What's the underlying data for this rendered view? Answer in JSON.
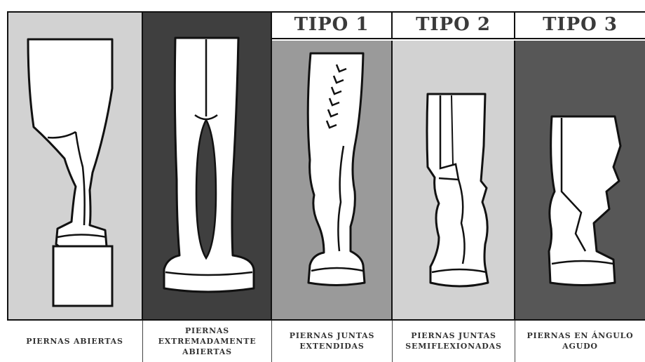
{
  "columns": [
    {
      "header": "",
      "caption": "PIERNAS ABIERTAS",
      "panel_color": "#d2d2d2"
    },
    {
      "header": "",
      "caption": "PIERNAS EXTREMADAMENTE ABIERTAS",
      "panel_color": "#3f3f3f"
    },
    {
      "header": "TIPO 1",
      "caption": "PIERNAS JUNTAS EXTENDIDAS",
      "panel_color": "#9a9a9a"
    },
    {
      "header": "TIPO 2",
      "caption": "PIERNAS JUNTAS SEMIFLEXIONADAS",
      "panel_color": "#d2d2d2"
    },
    {
      "header": "TIPO 3",
      "caption": "PIERNAS EN ÁNGULO AGUDO",
      "panel_color": "#575757"
    }
  ]
}
